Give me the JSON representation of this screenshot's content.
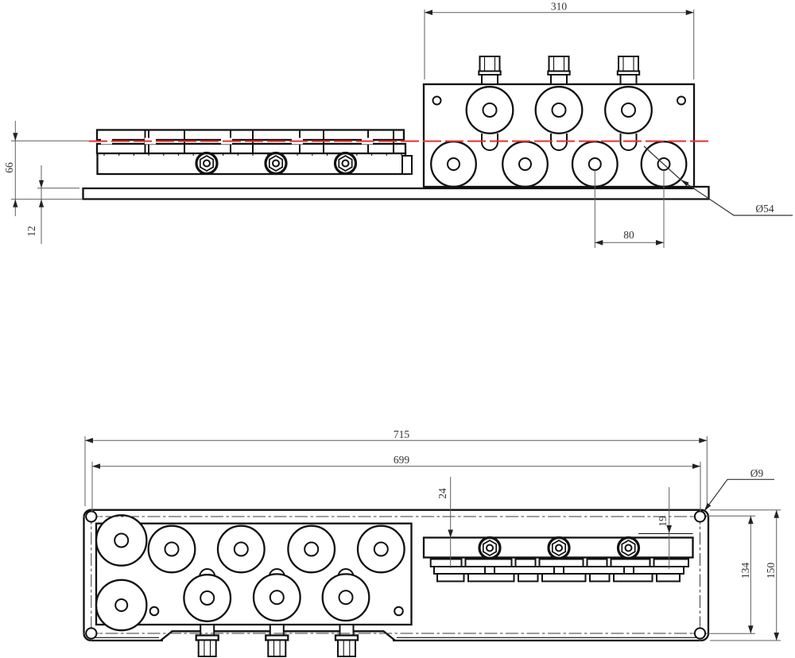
{
  "drawing": {
    "title": "wire-straightener-two-view-drawing",
    "colors": {
      "wire_line": "#e93030",
      "object_line": "#111111",
      "dimension_line": "#5f5f5f",
      "background": "#ffffff"
    },
    "dimensions": {
      "block_width": "310",
      "wire_height": "66",
      "base_thickness": "12",
      "roller_diameter": "Ø54",
      "roller_spacing": "80",
      "plate_length": "715",
      "mount_hole_span_x": "699",
      "mount_hole_diameter": "Ø9",
      "rail_offset": "24",
      "guide_edge_offset": "19",
      "mount_hole_span_y": "134",
      "plate_width": "150"
    }
  }
}
